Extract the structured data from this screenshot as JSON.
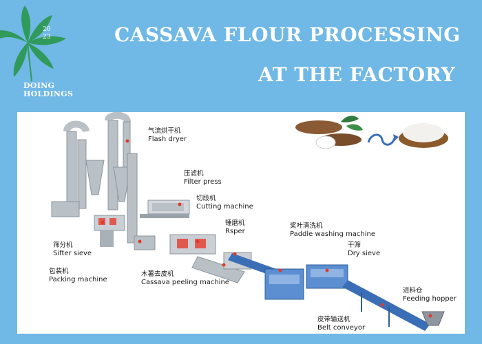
{
  "brand": {
    "year_top": "20",
    "year_bottom": "23",
    "name_line1": "DOING",
    "name_line2": "HOLDINGS"
  },
  "title": {
    "line1": "CASSAVA FLOUR PROCESSING",
    "line2": "AT THE FACTORY"
  },
  "colors": {
    "background": "#70b8e6",
    "panel": "#ffffff",
    "leaf": "#2f9a5a",
    "machine_gray": "#b9c0c6",
    "machine_blue": "#3a6fb7",
    "arrow": "#3a6fb7"
  },
  "machines": [
    {
      "zh": "气流烘干机",
      "en": "Flash dryer"
    },
    {
      "zh": "压滤机",
      "en": "Filter press"
    },
    {
      "zh": "切段机",
      "en": "Cutting machine"
    },
    {
      "zh": "锤磨机",
      "en": "Rsper"
    },
    {
      "zh": "桨叶清洗机",
      "en": "Paddle washing machine"
    },
    {
      "zh": "干筛",
      "en": "Dry sieve"
    },
    {
      "zh": "进料仓",
      "en": "Feeding hopper"
    },
    {
      "zh": "皮带输送机",
      "en": "Belt conveyor"
    },
    {
      "zh": "筛分机",
      "en": "Sifter sieve"
    },
    {
      "zh": "包装机",
      "en": "Packing machine"
    },
    {
      "zh": "木薯去皮机",
      "en": "Cassava peeling machine"
    }
  ],
  "icons": {
    "raw": "cassava-roots-icon",
    "arrow": "curved-arrow-icon",
    "product": "flour-bowl-icon"
  }
}
